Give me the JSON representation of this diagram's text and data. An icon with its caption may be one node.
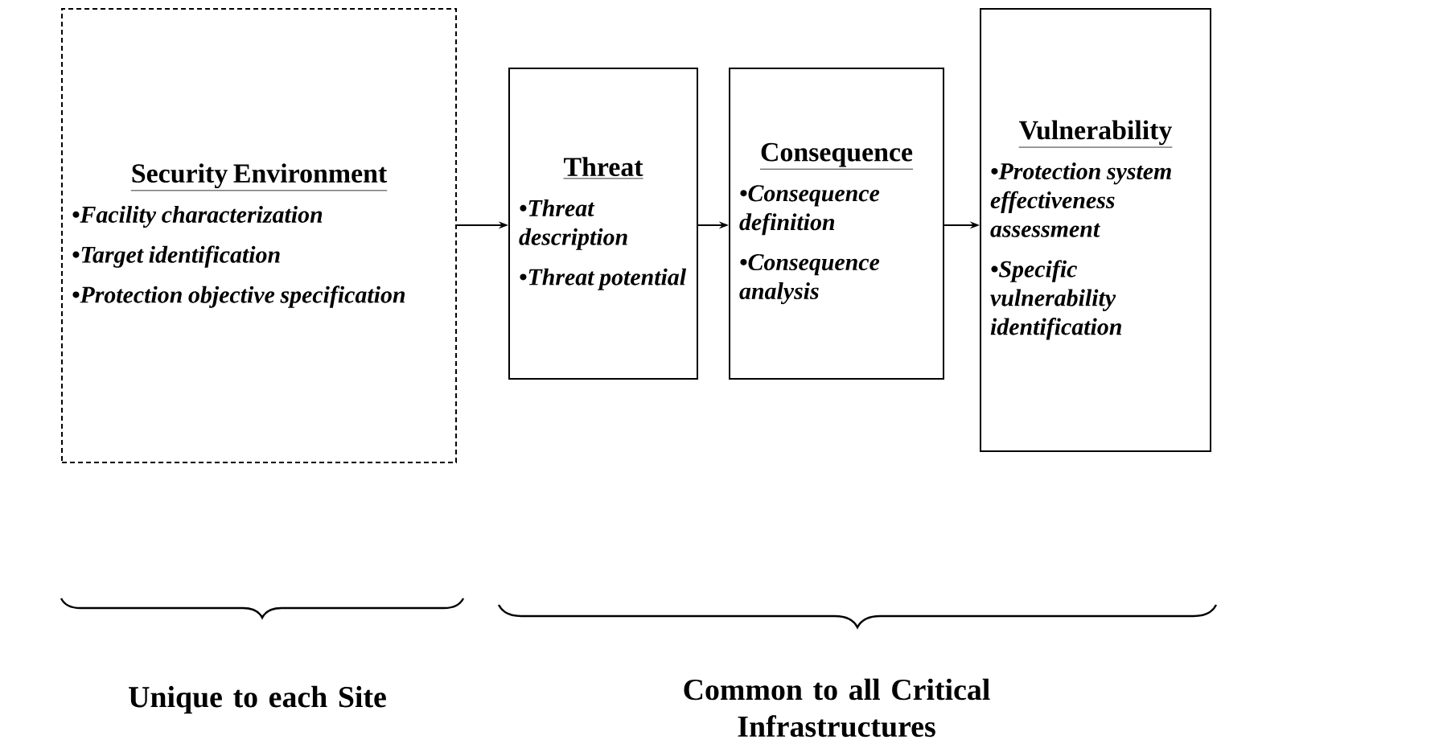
{
  "diagram": {
    "nodes": [
      {
        "text": [
          "Security Environment",
          "•Facility characterization",
          "•Target identification",
          "•Protection objective specification"
        ]
      },
      {
        "text": [
          "Threat",
          "•Threat description",
          "•Threat potential"
        ]
      },
      {
        "text": [
          "Consequence",
          "•Consequence definition",
          "•Consequence analysis"
        ]
      },
      {
        "text": [
          "Vulnerability",
          "•Protection system effectiveness assessment",
          "•Specific vulnerability identification"
        ]
      }
    ],
    "edges": [
      {
        "from": 0,
        "to": 1,
        "arrow": "to"
      },
      {
        "from": 1,
        "to": 2,
        "arrow": "to"
      },
      {
        "from": 2,
        "to": 3,
        "arrow": "to"
      }
    ],
    "labels": [
      "Unique to each Site",
      "Common to all Critical Infrastructures"
    ]
  }
}
